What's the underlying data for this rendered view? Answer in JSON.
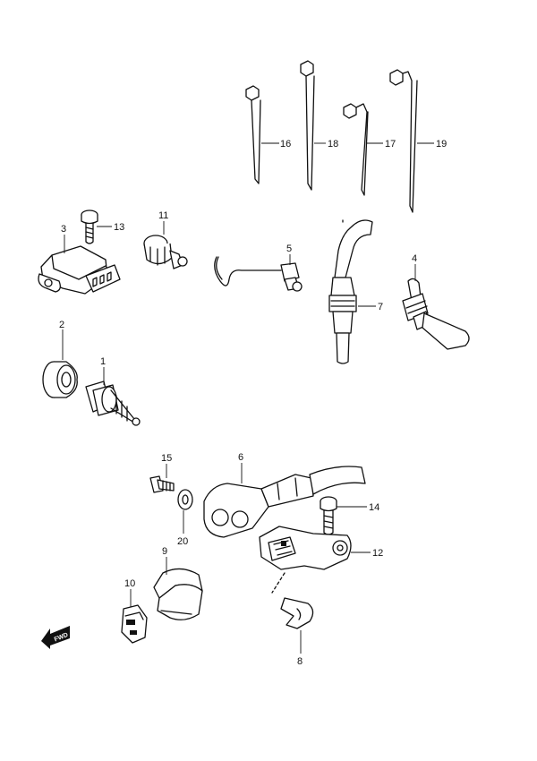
{
  "callouts": [
    "1",
    "2",
    "3",
    "4",
    "5",
    "6",
    "7",
    "8",
    "9",
    "10",
    "11",
    "12",
    "13",
    "14",
    "15",
    "16",
    "17",
    "18",
    "19",
    "20"
  ],
  "fwd_label": "FWD"
}
